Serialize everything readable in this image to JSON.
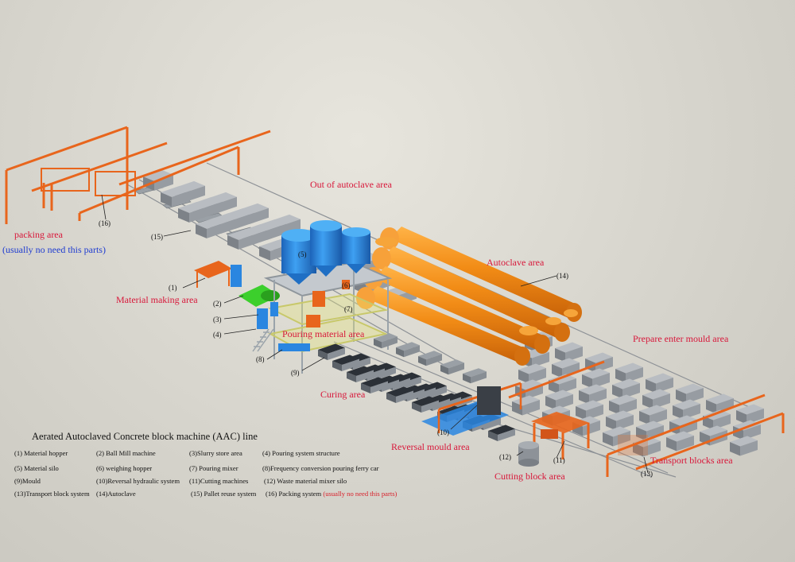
{
  "area_labels": {
    "packing": "packing area",
    "packing_note": "(usually no need this parts)",
    "out_of_autoclave": "Out of autoclave area",
    "autoclave": "Autoclave area",
    "material_making": "Material making area",
    "pouring_material": "Pouring material area",
    "prepare_enter_mould": "Prepare enter mould area",
    "curing": "Curing area",
    "reversal_mould": "Reversal mould area",
    "cutting_block": "Cutting block area",
    "transport_blocks": "Transport blocks area"
  },
  "callouts": {
    "c1": "(1)",
    "c2": "(2)",
    "c3": "(3)",
    "c4": "(4)",
    "c5": "(5)",
    "c6": "(6)",
    "c7": "(7)",
    "c8": "(8)",
    "c9": "(9)",
    "c10": "(10)",
    "c11": "(11)",
    "c12": "(12)",
    "c13": "(13)",
    "c14": "(14)",
    "c15": "(15)",
    "c16": "(16)"
  },
  "legend": {
    "title": "Aerated Autoclaved Concrete block machine (AAC) line",
    "items": [
      "(1) Material hopper",
      "(2) Ball Mill machine",
      "(3)Slurry store area",
      "(4) Pouring system structure",
      "(5) Material silo",
      "(6) weighing hopper",
      "(7) Pouring mixer",
      "(8)Frequency conversion pouring ferry car",
      "(9)Mould",
      "(10)Reversal hydraulic system",
      "(11)Cutting machines",
      "(12) Waste material mixer silo",
      "(13)Transport block system",
      "(14)Autoclave",
      "(15) Pallet reuse system",
      "(16) Packing system"
    ],
    "note": "(usually no need this parts)"
  },
  "colors": {
    "background": "#d9d7cf",
    "steel_orange": "#e8651c",
    "autoclave_orange": "#f08a12",
    "silo_blue": "#2a86e0",
    "block_grey": "#9ea3a8",
    "mould_dark": "#2a2f36",
    "label_red": "#d8173a",
    "label_blue": "#1f3cd0"
  }
}
